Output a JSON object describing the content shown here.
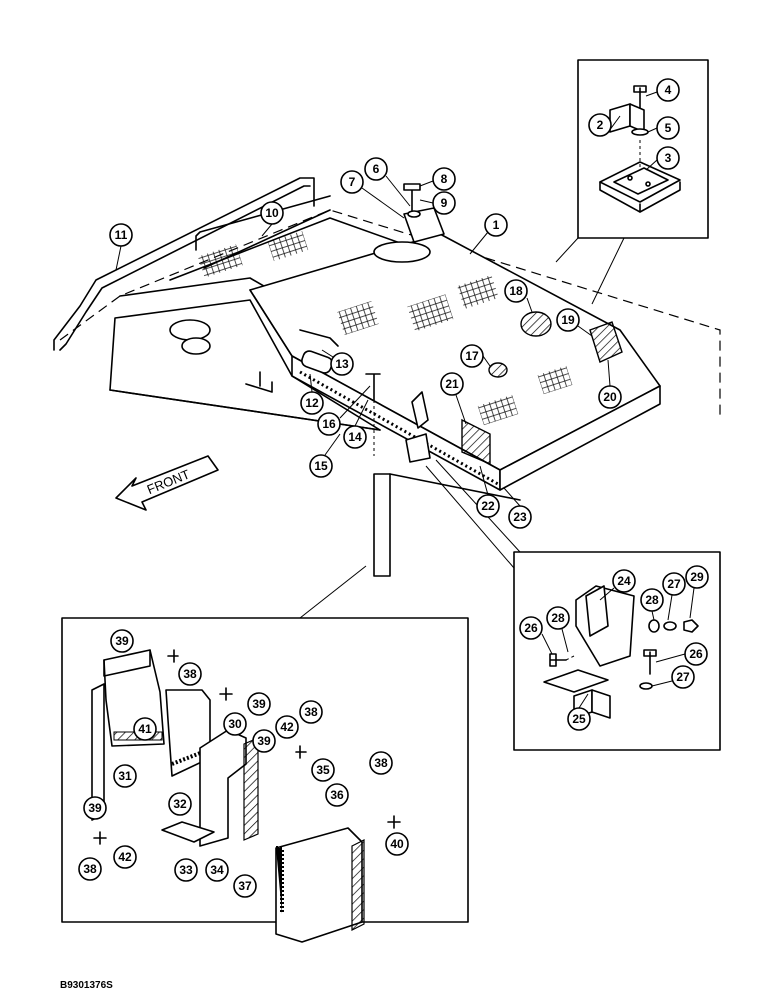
{
  "drawing_id": "B9301376S",
  "front_label": "FRONT",
  "callouts": [
    "1",
    "2",
    "3",
    "4",
    "5",
    "6",
    "7",
    "8",
    "9",
    "10",
    "11",
    "12",
    "13",
    "14",
    "15",
    "16",
    "17",
    "18",
    "19",
    "20",
    "21",
    "22",
    "23",
    "24",
    "25",
    "26",
    "26",
    "27",
    "27",
    "28",
    "28",
    "29",
    "38",
    "38",
    "38",
    "38",
    "39",
    "39",
    "39",
    "39",
    "30",
    "31",
    "32",
    "33",
    "34",
    "35",
    "36",
    "37",
    "40",
    "41",
    "42",
    "42"
  ]
}
